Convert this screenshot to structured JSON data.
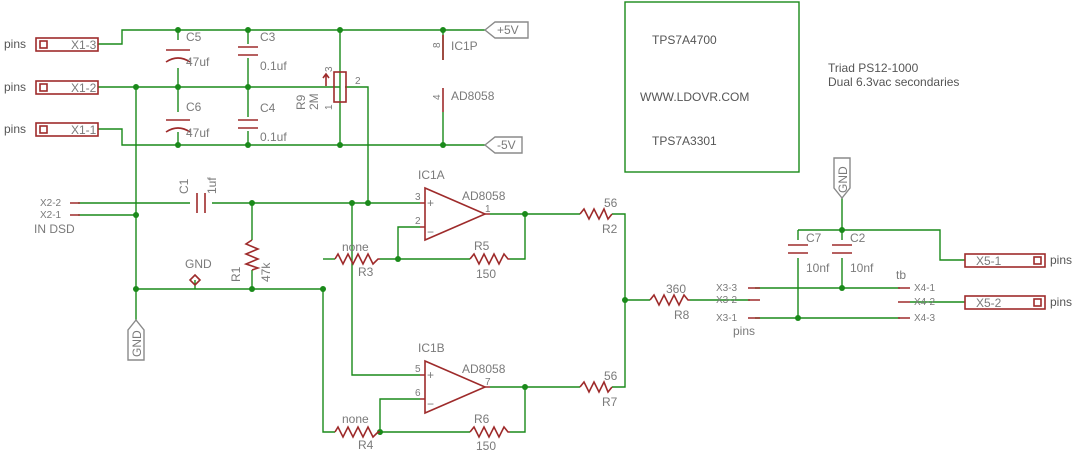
{
  "power_labels": {
    "vpos": "+5V",
    "vneg": "-5V",
    "gnd": "GND"
  },
  "board": {
    "line1": "TPS7A4700",
    "line2": "WWW.LDOVR.COM",
    "line3": "TPS7A3301"
  },
  "notes": {
    "line1": "Triad PS12-1000",
    "line2": "Dual 6.3vac secondaries"
  },
  "connectors": {
    "x1_3": "X1-3",
    "x1_2": "X1-2",
    "x1_1": "X1-1",
    "x2_2": "X2-2",
    "x2_1": "X2-1",
    "in_dsd": "IN DSD",
    "x3_3": "X3-3",
    "x3_2": "X3-2",
    "x3_1": "X3-1",
    "x4_1": "X4-1",
    "x4_2": "X4-2",
    "x4_3": "X4-3",
    "x5_1": "X5-1",
    "x5_2": "X5-2",
    "pins": "pins",
    "tb": "tb"
  },
  "components": {
    "c5": {
      "ref": "C5",
      "value": "47uf"
    },
    "c6": {
      "ref": "C6",
      "value": "47uf"
    },
    "c3": {
      "ref": "C3",
      "value": "0.1uf"
    },
    "c4": {
      "ref": "C4",
      "value": "0.1uf"
    },
    "r9": {
      "ref": "R9",
      "value": "2M"
    },
    "ic1p": {
      "ref": "IC1P",
      "value": "AD8058"
    },
    "c1": {
      "ref": "C1",
      "value": "1uf"
    },
    "r1": {
      "ref": "R1",
      "value": "47k"
    },
    "ic1a": {
      "ref": "IC1A",
      "value": "AD8058"
    },
    "ic1b": {
      "ref": "IC1B",
      "value": "AD8058"
    },
    "r3": {
      "ref": "R3",
      "value": "none"
    },
    "r4": {
      "ref": "R4",
      "value": "none"
    },
    "r5": {
      "ref": "R5",
      "value": "150"
    },
    "r6": {
      "ref": "R6",
      "value": "150"
    },
    "r2": {
      "ref": "R2",
      "value": "56"
    },
    "r7": {
      "ref": "R7",
      "value": "56"
    },
    "r8": {
      "ref": "R8",
      "value": "360"
    },
    "c7": {
      "ref": "C7",
      "value": "10nf"
    },
    "c2": {
      "ref": "C2",
      "value": "10nf"
    }
  },
  "pin_numbers": {
    "ic1p_8": "8",
    "ic1p_4": "4",
    "r9_1": "1",
    "r9_2": "2",
    "r9_3": "3",
    "ic1a_3": "3",
    "ic1a_2": "2",
    "ic1a_1": "1",
    "ic1b_5": "5",
    "ic1b_6": "6",
    "ic1b_7": "7",
    "plus": "+",
    "minus": "−"
  },
  "colors": {
    "wire": "#1a8a1a",
    "part": "#9e2b2b",
    "text": "#7a7a7a",
    "supply": "#8a8a8a"
  }
}
